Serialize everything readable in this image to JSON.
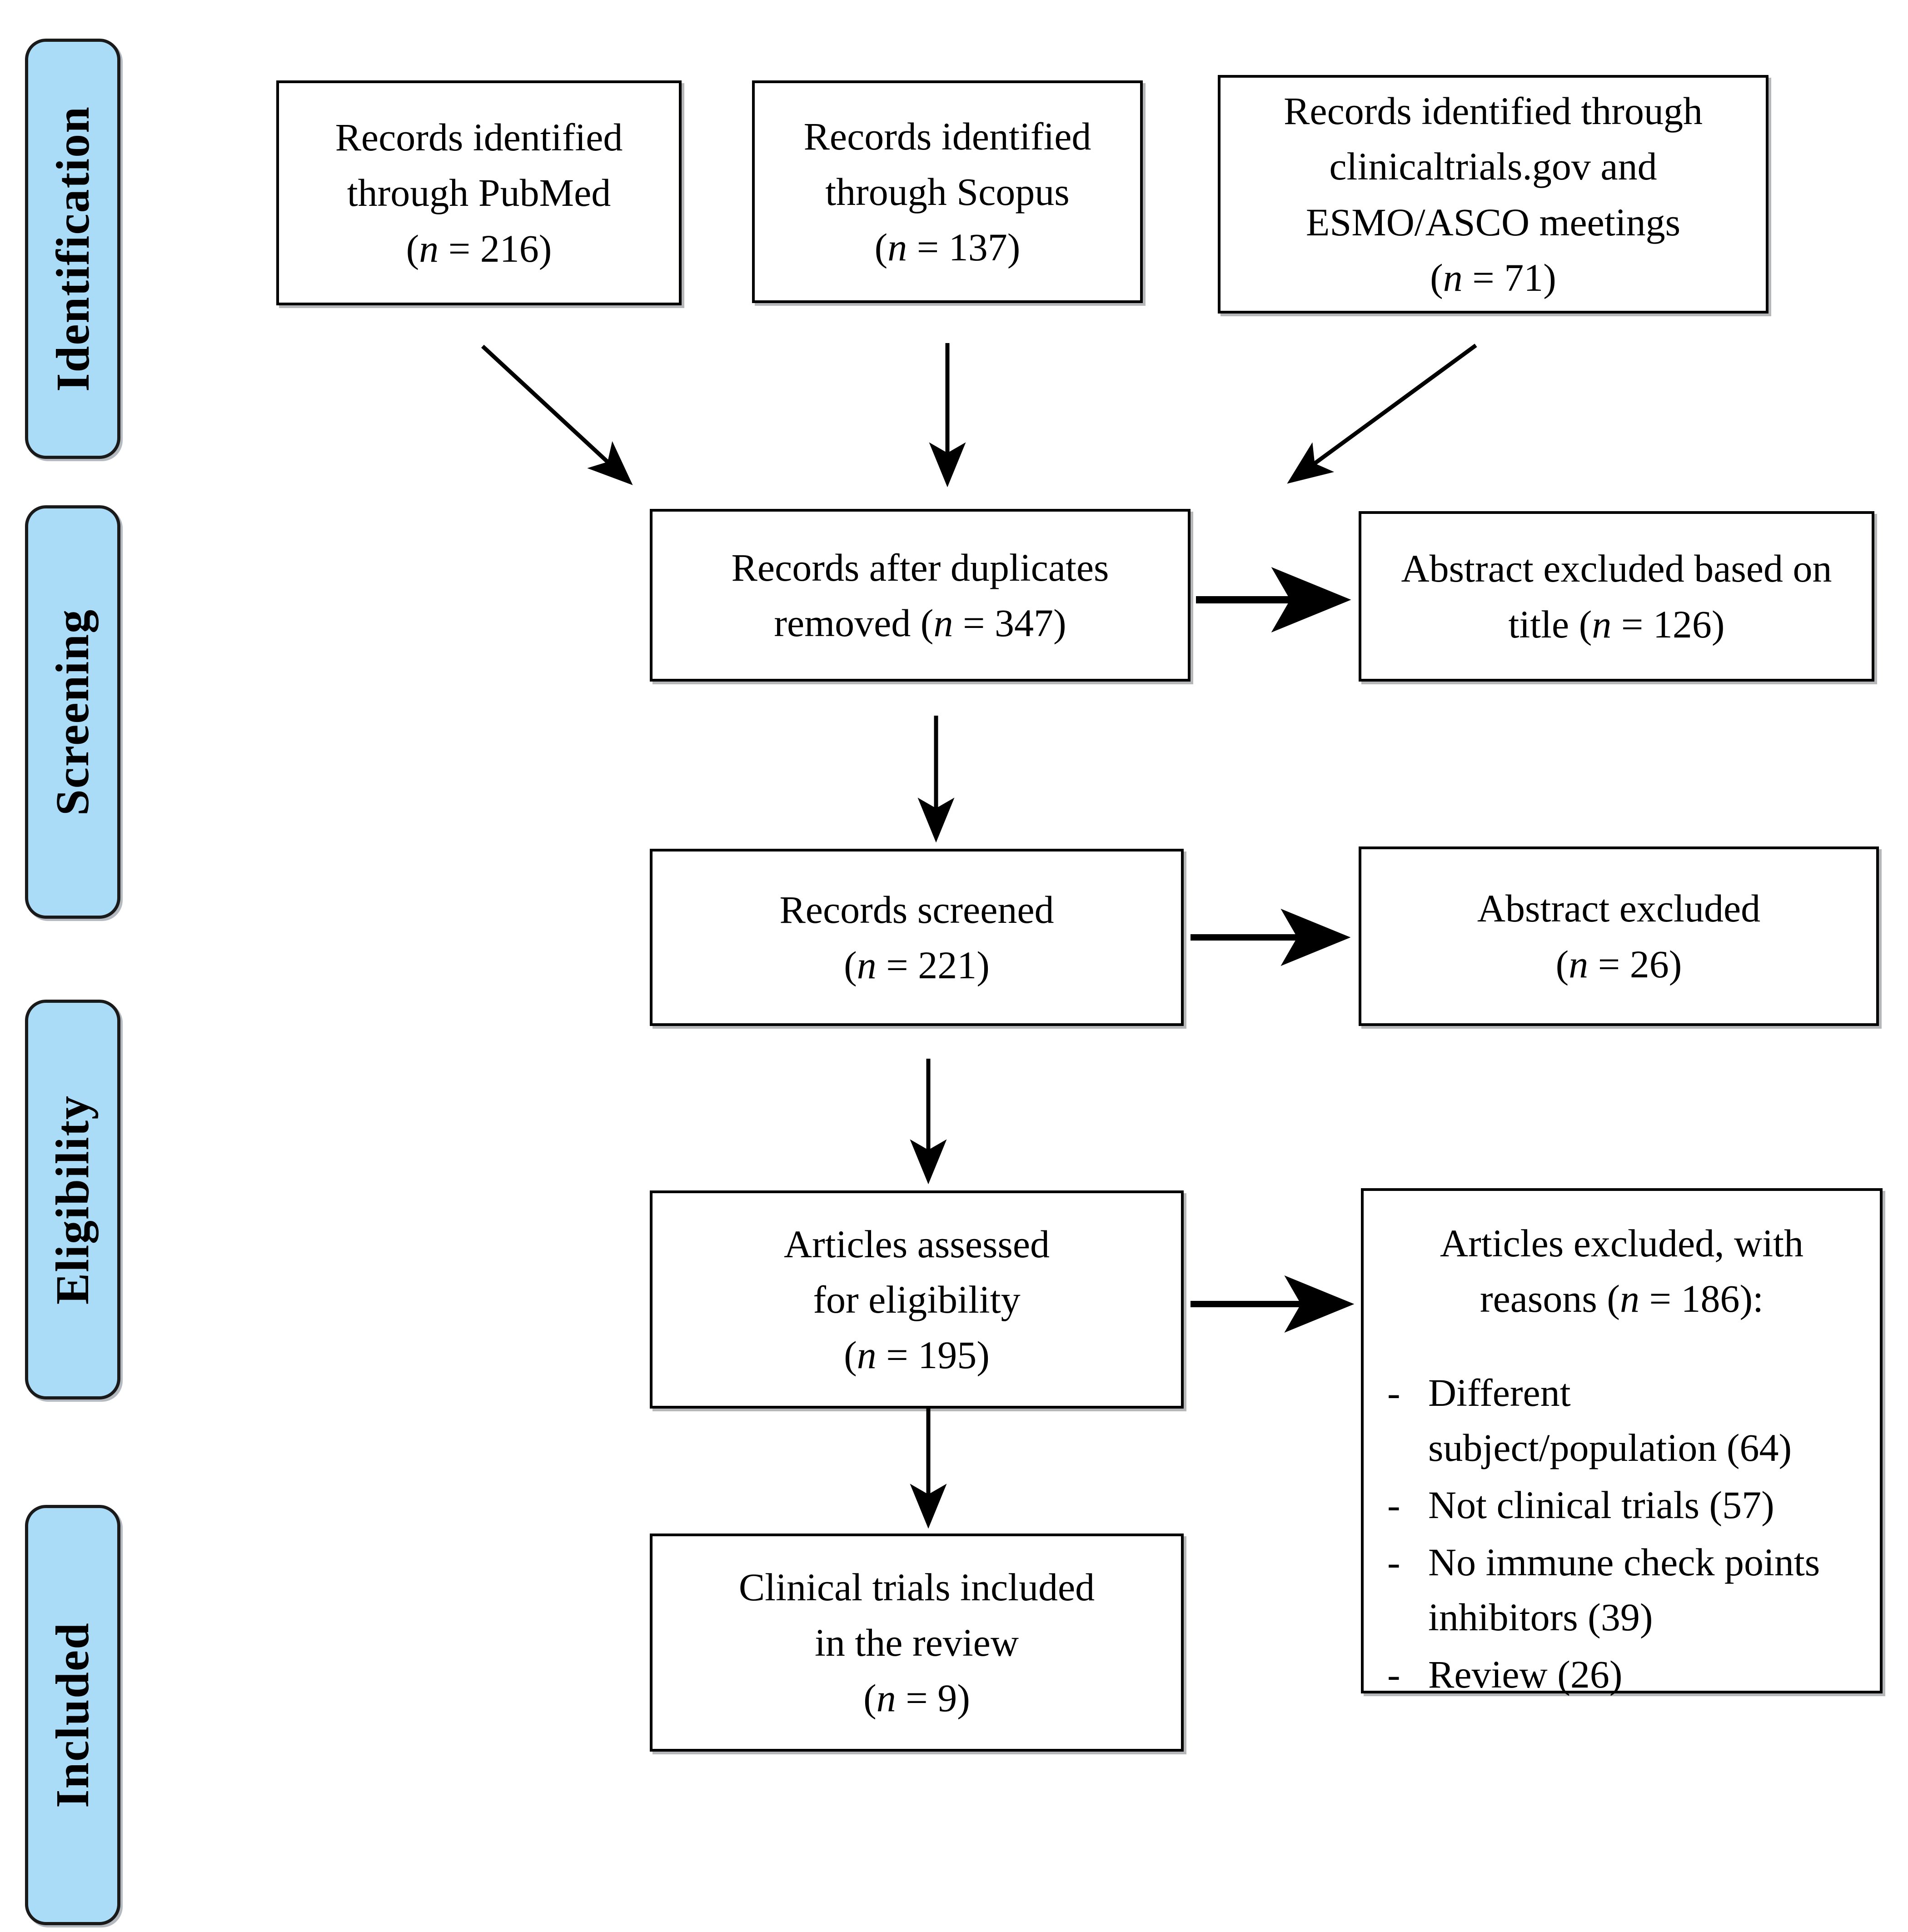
{
  "diagram": {
    "type": "prisma-flow-diagram",
    "accent_color": "#aadcf7",
    "line_color": "#000000",
    "background": "#ffffff"
  },
  "stages": [
    {
      "id": "identification",
      "label": "Identification"
    },
    {
      "id": "screening",
      "label": "Screening"
    },
    {
      "id": "eligibility",
      "label": "Eligibility"
    },
    {
      "id": "included",
      "label": "Included"
    }
  ],
  "boxes": {
    "pubmed": {
      "line1": "Records identified",
      "line2": "through PubMed",
      "count_prefix": "(",
      "count_n": "n",
      "count_eq": " = 216)"
    },
    "scopus": {
      "line1": "Records identified",
      "line2": "through Scopus",
      "count_prefix": "(",
      "count_n": "n",
      "count_eq": " = 137)"
    },
    "registries": {
      "line1": "Records identified through",
      "line2": "clinicaltrials.gov  and",
      "line3": "ESMO/ASCO  meetings",
      "count_prefix": "(",
      "count_n": "n",
      "count_eq": " = 71)"
    },
    "duplicates_removed": {
      "line1": "Records after duplicates",
      "line2_pre": "removed (",
      "line2_n": "n",
      "line2_post": " = 347)"
    },
    "excluded_title": {
      "line1": "Abstract excluded based on",
      "line2_pre": "title (",
      "line2_n": "n",
      "line2_post": " = 126)"
    },
    "records_screened": {
      "line1": "Records screened",
      "count_prefix": "(",
      "count_n": "n",
      "count_eq": " = 221)"
    },
    "abstract_excluded": {
      "line1": "Abstract excluded",
      "count_prefix": "(",
      "count_n": "n",
      "count_eq": " = 26)"
    },
    "assessed_eligibility": {
      "line1": "Articles  assessed",
      "line2": "for eligibility",
      "count_prefix": "(",
      "count_n": "n",
      "count_eq": " = 195)"
    },
    "articles_excluded": {
      "line1": "Articles  excluded, with",
      "line2_pre": "reasons (",
      "line2_n": "n",
      "line2_post": " = 186):",
      "bullet": "-",
      "reasons": [
        "Different subject/population (64)",
        "Not clinical trials (57)",
        "No immune check points inhibitors (39)",
        "Review (26)"
      ]
    },
    "included_trials": {
      "line1": "Clinical trials included",
      "line2": "in the review",
      "count_prefix": "(",
      "count_n": "n",
      "count_eq": " = 9)"
    }
  }
}
